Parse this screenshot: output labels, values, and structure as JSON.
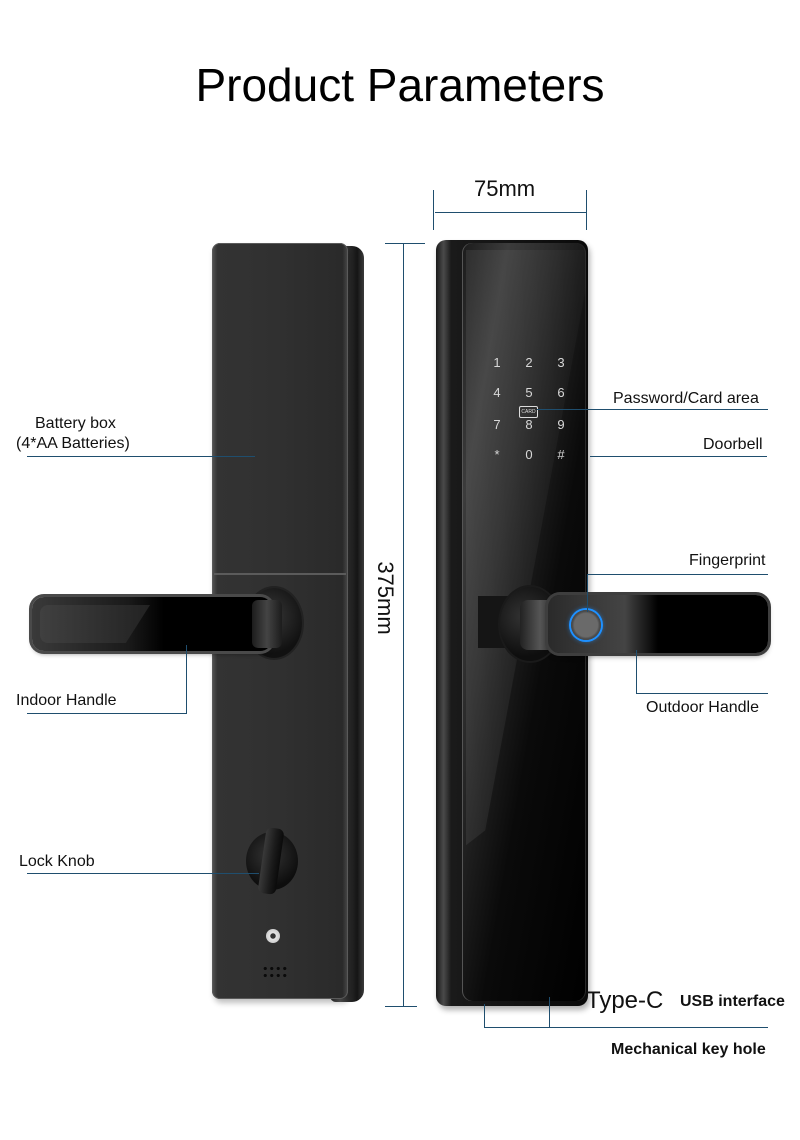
{
  "page": {
    "title": "Product Parameters"
  },
  "dimensions": {
    "width_label": "75mm",
    "height_label": "375mm"
  },
  "keypad": {
    "keys": [
      "1",
      "2",
      "3",
      "4",
      "5",
      "6",
      "7",
      "8",
      "9",
      "*",
      "0",
      "#"
    ],
    "card_icon_label": "CARD"
  },
  "callouts": {
    "battery_box_line1": "Battery box",
    "battery_box_line2": "(4*AA Batteries)",
    "indoor_handle": "Indoor Handle",
    "lock_knob": "Lock Knob",
    "password_card_area": "Password/Card area",
    "doorbell": "Doorbell",
    "fingerprint": "Fingerprint",
    "outdoor_handle": "Outdoor Handle",
    "type_c": "Type-C",
    "usb_interface": "USB interface",
    "mechanical_key_hole": "Mechanical key hole"
  },
  "colors": {
    "leader_line": "#1f4e6e",
    "fingerprint_ring": "#1e90ff",
    "lock_body": "#2e2e2e",
    "background": "#ffffff"
  }
}
